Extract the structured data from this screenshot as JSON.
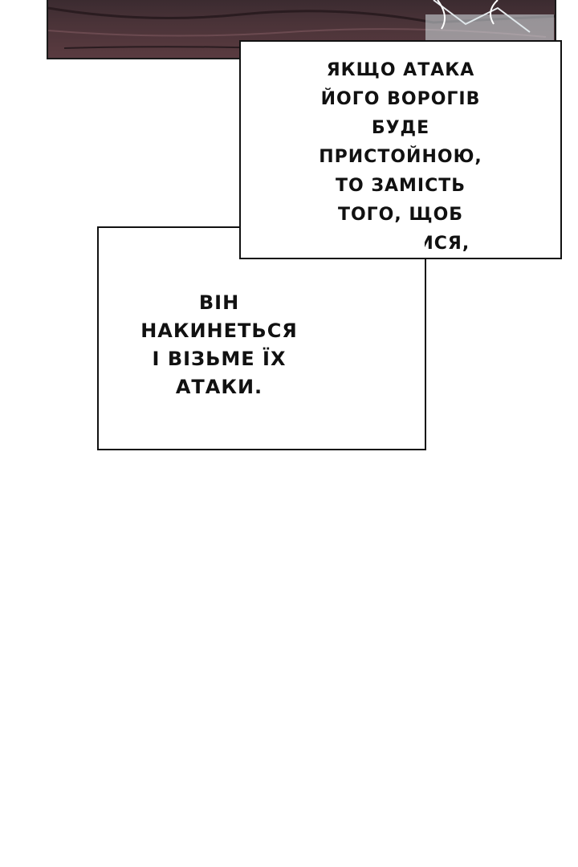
{
  "art_panel": {
    "description_icon": "dark-artwork-fragment"
  },
  "caption_top": {
    "lines": [
      "ЯКЩО АТАКА",
      "ЙОГО ВОРОГІВ",
      "БУДЕ",
      "ПРИСТОЙНОЮ,",
      "ТО ЗАМІСТЬ",
      "ТОГО, ЩОБ",
      "УХИЛЯТИСЯ,"
    ]
  },
  "caption_bottom": {
    "lines": [
      "ВІН",
      "НАКИНЕТЬСЯ",
      "І ВІЗЬМЕ ЇХ",
      "АТАКИ."
    ]
  },
  "colors": {
    "panel_border": "#111111",
    "caption_bg": "#ffffff",
    "art_dark": "#3b2b30"
  }
}
